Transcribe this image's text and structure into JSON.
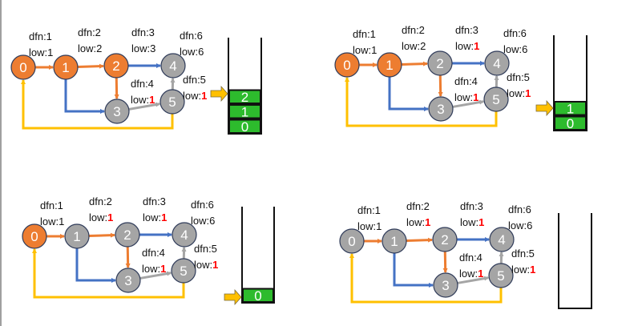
{
  "colors": {
    "visited_node": "#ed7d31",
    "unvisited_node": "#a5a5a5",
    "tree_edge": "#ed7d31",
    "cross_edge": "#4472c4",
    "gray_edge": "#a5a5a5",
    "back_edge": "#ffc000",
    "stack_cell": "#2dbb2d",
    "highlight_text": "#ff0000"
  },
  "panels": [
    {
      "nodes": [
        {
          "id": "0",
          "state": "visited"
        },
        {
          "id": "1",
          "state": "visited"
        },
        {
          "id": "2",
          "state": "visited"
        },
        {
          "id": "3",
          "state": "unvisited"
        },
        {
          "id": "4",
          "state": "unvisited"
        },
        {
          "id": "5",
          "state": "unvisited"
        }
      ],
      "labels": [
        {
          "node": "0",
          "dfn": "dfn:1",
          "low_prefix": "low:",
          "low_value": "1",
          "low_highlight": false
        },
        {
          "node": "1",
          "dfn": "dfn:2",
          "low_prefix": "low:",
          "low_value": "2",
          "low_highlight": false
        },
        {
          "node": "2",
          "dfn": "dfn:3",
          "low_prefix": "low:",
          "low_value": "3",
          "low_highlight": false
        },
        {
          "node": "4",
          "dfn": "dfn:6",
          "low_prefix": "low:",
          "low_value": "6",
          "low_highlight": false
        },
        {
          "node": "3",
          "dfn": "dfn:4",
          "low_prefix": "low:",
          "low_value": "1",
          "low_highlight": true
        },
        {
          "node": "5",
          "dfn": "dfn:5",
          "low_prefix": "low:",
          "low_value": "1",
          "low_highlight": true
        }
      ],
      "stack": [
        "2",
        "1",
        "0"
      ]
    },
    {
      "nodes": [
        {
          "id": "0",
          "state": "visited"
        },
        {
          "id": "1",
          "state": "visited"
        },
        {
          "id": "2",
          "state": "unvisited"
        },
        {
          "id": "3",
          "state": "unvisited"
        },
        {
          "id": "4",
          "state": "unvisited"
        },
        {
          "id": "5",
          "state": "unvisited"
        }
      ],
      "labels": [
        {
          "node": "0",
          "dfn": "dfn:1",
          "low_prefix": "low:",
          "low_value": "1",
          "low_highlight": false
        },
        {
          "node": "1",
          "dfn": "dfn:2",
          "low_prefix": "low:",
          "low_value": "2",
          "low_highlight": false
        },
        {
          "node": "2",
          "dfn": "dfn:3",
          "low_prefix": "low:",
          "low_value": "1",
          "low_highlight": true
        },
        {
          "node": "4",
          "dfn": "dfn:6",
          "low_prefix": "low:",
          "low_value": "6",
          "low_highlight": false
        },
        {
          "node": "3",
          "dfn": "dfn:4",
          "low_prefix": "low:",
          "low_value": "1",
          "low_highlight": true
        },
        {
          "node": "5",
          "dfn": "dfn:5",
          "low_prefix": "low:",
          "low_value": "1",
          "low_highlight": true
        }
      ],
      "stack": [
        "1",
        "0"
      ]
    },
    {
      "nodes": [
        {
          "id": "0",
          "state": "visited"
        },
        {
          "id": "1",
          "state": "unvisited"
        },
        {
          "id": "2",
          "state": "unvisited"
        },
        {
          "id": "3",
          "state": "unvisited"
        },
        {
          "id": "4",
          "state": "unvisited"
        },
        {
          "id": "5",
          "state": "unvisited"
        }
      ],
      "labels": [
        {
          "node": "0",
          "dfn": "dfn:1",
          "low_prefix": "low:",
          "low_value": "1",
          "low_highlight": false
        },
        {
          "node": "1",
          "dfn": "dfn:2",
          "low_prefix": "low:",
          "low_value": "1",
          "low_highlight": true
        },
        {
          "node": "2",
          "dfn": "dfn:3",
          "low_prefix": "low:",
          "low_value": "1",
          "low_highlight": true
        },
        {
          "node": "4",
          "dfn": "dfn:6",
          "low_prefix": "low:",
          "low_value": "6",
          "low_highlight": false
        },
        {
          "node": "3",
          "dfn": "dfn:4",
          "low_prefix": "low:",
          "low_value": "1",
          "low_highlight": true
        },
        {
          "node": "5",
          "dfn": "dfn:5",
          "low_prefix": "low:",
          "low_value": "1",
          "low_highlight": true
        }
      ],
      "stack": [
        "0"
      ]
    },
    {
      "nodes": [
        {
          "id": "0",
          "state": "unvisited"
        },
        {
          "id": "1",
          "state": "unvisited"
        },
        {
          "id": "2",
          "state": "unvisited"
        },
        {
          "id": "3",
          "state": "unvisited"
        },
        {
          "id": "4",
          "state": "unvisited"
        },
        {
          "id": "5",
          "state": "unvisited"
        }
      ],
      "labels": [
        {
          "node": "0",
          "dfn": "dfn:1",
          "low_prefix": "low:",
          "low_value": "1",
          "low_highlight": false
        },
        {
          "node": "1",
          "dfn": "dfn:2",
          "low_prefix": "low:",
          "low_value": "1",
          "low_highlight": true
        },
        {
          "node": "2",
          "dfn": "dfn:3",
          "low_prefix": "low:",
          "low_value": "1",
          "low_highlight": true
        },
        {
          "node": "4",
          "dfn": "dfn:6",
          "low_prefix": "low:",
          "low_value": "6",
          "low_highlight": false
        },
        {
          "node": "3",
          "dfn": "dfn:4",
          "low_prefix": "low:",
          "low_value": "1",
          "low_highlight": true
        },
        {
          "node": "5",
          "dfn": "dfn:5",
          "low_prefix": "low:",
          "low_value": "1",
          "low_highlight": true
        }
      ],
      "stack": []
    }
  ],
  "edges": [
    {
      "from": "0",
      "to": "1",
      "kind": "tree_edge"
    },
    {
      "from": "1",
      "to": "2",
      "kind": "tree_edge"
    },
    {
      "from": "2",
      "to": "4",
      "kind": "cross_edge"
    },
    {
      "from": "1",
      "to": "3",
      "kind": "cross_edge"
    },
    {
      "from": "2",
      "to": "3",
      "kind": "tree_edge"
    },
    {
      "from": "3",
      "to": "5",
      "kind": "gray_edge"
    },
    {
      "from": "5",
      "to": "4",
      "kind": "gray_edge"
    },
    {
      "from": "5",
      "to": "0",
      "kind": "back_edge"
    }
  ]
}
